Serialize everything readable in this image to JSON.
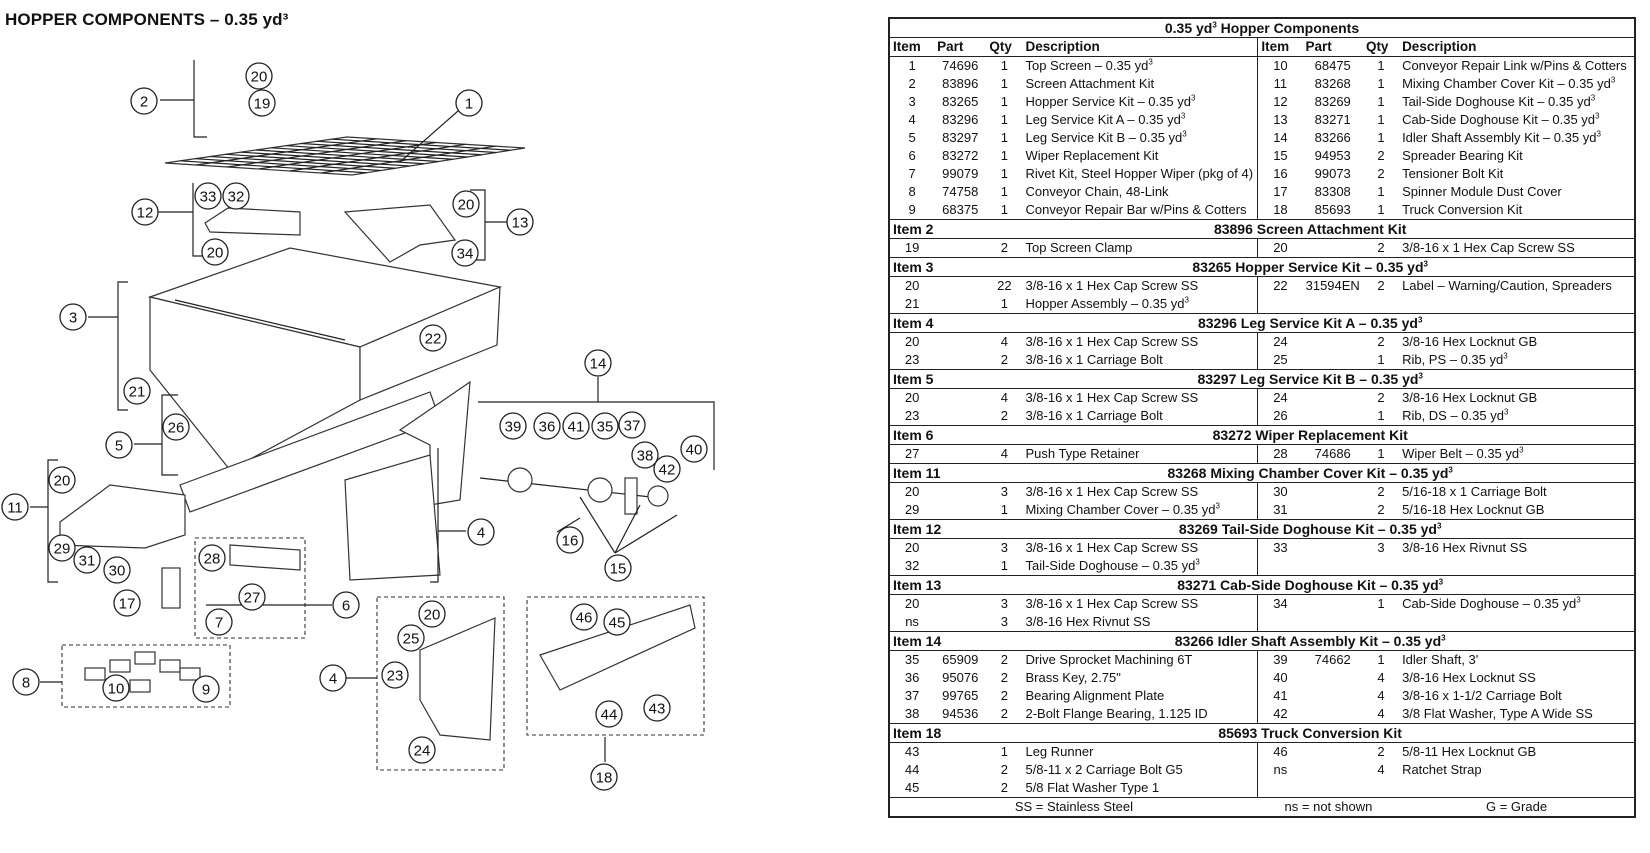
{
  "page_title": "HOPPER COMPONENTS – 0.35 yd³",
  "diagram": {
    "callouts": [
      "1",
      "2",
      "3",
      "4",
      "4",
      "5",
      "6",
      "7",
      "8",
      "9",
      "10",
      "11",
      "12",
      "13",
      "14",
      "15",
      "16",
      "17",
      "18",
      "19",
      "20",
      "20",
      "20",
      "20",
      "20",
      "21",
      "22",
      "23",
      "24",
      "25",
      "26",
      "27",
      "28",
      "29",
      "30",
      "31",
      "32",
      "33",
      "34",
      "35",
      "36",
      "37",
      "38",
      "39",
      "40",
      "41",
      "42",
      "43",
      "44",
      "45",
      "46"
    ]
  },
  "table": {
    "title": "0.35 yd³ Hopper Components",
    "headers": [
      "Item",
      "Part",
      "Qty",
      "Description",
      "Item",
      "Part",
      "Qty",
      "Description"
    ],
    "main_rows": [
      [
        "1",
        "74696",
        "1",
        "Top Screen – 0.35 yd³",
        "10",
        "68475",
        "1",
        "Conveyor Repair Link w/Pins & Cotters"
      ],
      [
        "2",
        "83896",
        "1",
        "Screen Attachment Kit",
        "11",
        "83268",
        "1",
        "Mixing Chamber Cover Kit – 0.35 yd³"
      ],
      [
        "3",
        "83265",
        "1",
        "Hopper Service Kit – 0.35 yd³",
        "12",
        "83269",
        "1",
        "Tail-Side Doghouse Kit – 0.35 yd³"
      ],
      [
        "4",
        "83296",
        "1",
        "Leg Service Kit A – 0.35 yd³",
        "13",
        "83271",
        "1",
        "Cab-Side Doghouse Kit – 0.35 yd³"
      ],
      [
        "5",
        "83297",
        "1",
        "Leg Service Kit B – 0.35 yd³",
        "14",
        "83266",
        "1",
        "Idler Shaft Assembly Kit – 0.35 yd³"
      ],
      [
        "6",
        "83272",
        "1",
        "Wiper Replacement Kit",
        "15",
        "94953",
        "2",
        "Spreader Bearing Kit"
      ],
      [
        "7",
        "99079",
        "1",
        "Rivet Kit, Steel Hopper Wiper (pkg of 4)",
        "16",
        "99073",
        "2",
        "Tensioner Bolt Kit"
      ],
      [
        "8",
        "74758",
        "1",
        "Conveyor Chain, 48-Link",
        "17",
        "83308",
        "1",
        "Spinner Module Dust Cover"
      ],
      [
        "9",
        "68375",
        "1",
        "Conveyor Repair Bar w/Pins & Cotters",
        "18",
        "85693",
        "1",
        "Truck Conversion Kit"
      ]
    ],
    "kits": [
      {
        "item": "Item 2",
        "name": "83896  Screen Attachment Kit",
        "rows": [
          [
            "19",
            "",
            "2",
            "Top Screen Clamp",
            "20",
            "",
            "2",
            "3/8-16 x 1 Hex Cap Screw SS"
          ]
        ]
      },
      {
        "item": "Item 3",
        "name": "83265  Hopper Service Kit – 0.35 yd³",
        "rows": [
          [
            "20",
            "",
            "22",
            "3/8-16 x 1 Hex Cap Screw SS",
            "22",
            "31594EN",
            "2",
            "Label – Warning/Caution, Spreaders"
          ],
          [
            "21",
            "",
            "1",
            "Hopper Assembly – 0.35 yd³",
            "",
            "",
            "",
            ""
          ]
        ]
      },
      {
        "item": "Item 4",
        "name": "83296  Leg Service Kit A – 0.35 yd³",
        "rows": [
          [
            "20",
            "",
            "4",
            "3/8-16 x 1 Hex Cap Screw SS",
            "24",
            "",
            "2",
            "3/8-16 Hex Locknut GB"
          ],
          [
            "23",
            "",
            "2",
            "3/8-16 x 1 Carriage Bolt",
            "25",
            "",
            "1",
            "Rib, PS – 0.35 yd³"
          ]
        ]
      },
      {
        "item": "Item 5",
        "name": "83297  Leg Service Kit B – 0.35 yd³",
        "rows": [
          [
            "20",
            "",
            "4",
            "3/8-16 x 1 Hex Cap Screw SS",
            "24",
            "",
            "2",
            "3/8-16 Hex Locknut GB"
          ],
          [
            "23",
            "",
            "2",
            "3/8-16 x 1 Carriage Bolt",
            "26",
            "",
            "1",
            "Rib, DS – 0.35 yd³"
          ]
        ]
      },
      {
        "item": "Item 6",
        "name": "83272  Wiper Replacement Kit",
        "rows": [
          [
            "27",
            "",
            "4",
            "Push Type Retainer",
            "28",
            "74686",
            "1",
            "Wiper Belt – 0.35 yd³"
          ]
        ]
      },
      {
        "item": "Item 11",
        "name": "83268  Mixing Chamber Cover Kit – 0.35 yd³",
        "rows": [
          [
            "20",
            "",
            "3",
            "3/8-16 x 1 Hex Cap Screw SS",
            "30",
            "",
            "2",
            "5/16-18 x 1 Carriage Bolt"
          ],
          [
            "29",
            "",
            "1",
            "Mixing Chamber Cover – 0.35 yd³",
            "31",
            "",
            "2",
            "5/16-18 Hex Locknut GB"
          ]
        ]
      },
      {
        "item": "Item 12",
        "name": "83269  Tail-Side Doghouse Kit – 0.35 yd³",
        "rows": [
          [
            "20",
            "",
            "3",
            "3/8-16 x 1 Hex Cap Screw SS",
            "33",
            "",
            "3",
            "3/8-16 Hex Rivnut SS"
          ],
          [
            "32",
            "",
            "1",
            "Tail-Side Doghouse – 0.35 yd³",
            "",
            "",
            "",
            ""
          ]
        ]
      },
      {
        "item": "Item 13",
        "name": "83271  Cab-Side Doghouse Kit – 0.35 yd³",
        "rows": [
          [
            "20",
            "",
            "3",
            "3/8-16 x 1 Hex Cap Screw SS",
            "34",
            "",
            "1",
            "Cab-Side Doghouse – 0.35 yd³"
          ],
          [
            "ns",
            "",
            "3",
            "3/8-16 Hex Rivnut SS",
            "",
            "",
            "",
            ""
          ]
        ]
      },
      {
        "item": "Item 14",
        "name": "83266  Idler Shaft Assembly Kit – 0.35 yd³",
        "rows": [
          [
            "35",
            "65909",
            "2",
            "Drive Sprocket Machining 6T",
            "39",
            "74662",
            "1",
            "Idler Shaft, 3'"
          ],
          [
            "36",
            "95076",
            "2",
            "Brass Key, 2.75\"",
            "40",
            "",
            "4",
            "3/8-16 Hex Locknut SS"
          ],
          [
            "37",
            "99765",
            "2",
            "Bearing Alignment Plate",
            "41",
            "",
            "4",
            "3/8-16 x 1-1/2 Carriage Bolt"
          ],
          [
            "38",
            "94536",
            "2",
            "2-Bolt Flange Bearing, 1.125 ID",
            "42",
            "",
            "4",
            "3/8 Flat Washer, Type A Wide SS"
          ]
        ]
      },
      {
        "item": "Item 18",
        "name": "85693  Truck Conversion Kit",
        "rows": [
          [
            "43",
            "",
            "1",
            "Leg Runner",
            "46",
            "",
            "2",
            "5/8-11 Hex Locknut GB"
          ],
          [
            "44",
            "",
            "2",
            "5/8-11 x 2 Carriage Bolt G5",
            "ns",
            "",
            "4",
            "Ratchet Strap"
          ],
          [
            "45",
            "",
            "2",
            "5/8 Flat Washer Type 1",
            "",
            "",
            "",
            ""
          ]
        ]
      }
    ],
    "notes": [
      "SS = Stainless Steel",
      "ns = not shown",
      "G = Grade"
    ]
  }
}
